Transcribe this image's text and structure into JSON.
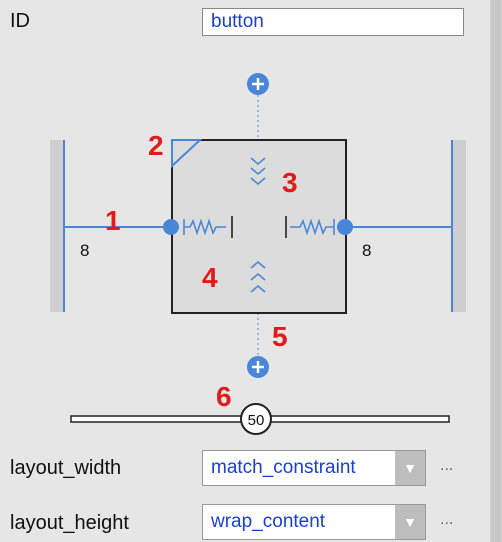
{
  "id_field": {
    "label": "ID",
    "value": "button"
  },
  "margins": {
    "left": "8",
    "right": "8"
  },
  "annotations": [
    "1",
    "2",
    "3",
    "4",
    "5",
    "6"
  ],
  "bias": {
    "value": "50"
  },
  "layout_width": {
    "label": "layout_width",
    "value": "match_constraint"
  },
  "layout_height": {
    "label": "layout_height",
    "value": "wrap_content"
  },
  "more_label": "...",
  "colors": {
    "accent": "#4a86d8",
    "annotation": "#e11a1a",
    "value_text": "#1a3fd0"
  }
}
